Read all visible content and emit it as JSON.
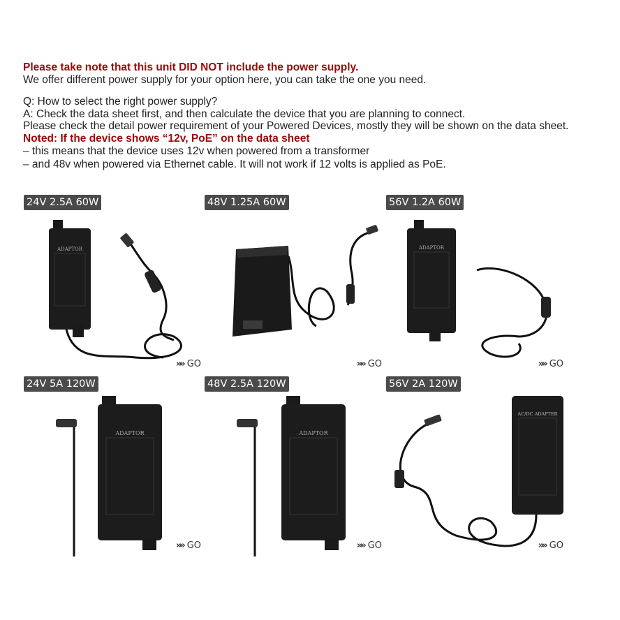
{
  "intro": {
    "line1": "Please take note that this unit DID NOT include the power supply.",
    "line2": "We offer different power supply for your option here, you can take the one you need.",
    "q": "Q: How to select the right power supply?",
    "a": "A: Check the data sheet first, and then calculate the device that you are planning to connect.",
    "line5": "Please check the detail power requirement of your Powered Devices, mostly they will be shown on the data sheet.",
    "noted": "Noted: If the device shows “12v, PoE” on the data sheet",
    "dash1": "– this means that the device uses 12v when powered from a transformer",
    "dash2": "– and 48v when powered via Ethernet cable. It will not work if 12 volts is applied as PoE."
  },
  "products": [
    {
      "label": "24V 2.5A 60W",
      "go": "GO",
      "adaptor_text": "ADAPTOR"
    },
    {
      "label": "48V 1.25A 60W",
      "go": "GO"
    },
    {
      "label": "56V 1.2A 60W",
      "go": "GO",
      "adaptor_text": "ADAPTOR"
    },
    {
      "label": "24V 5A 120W",
      "go": "GO",
      "adaptor_text": "ADAPTOR"
    },
    {
      "label": "48V 2.5A 120W",
      "go": "GO",
      "adaptor_text": "ADAPTOR"
    },
    {
      "label": "56V 2A 120W",
      "go": "GO",
      "adaptor_text": "AC/DC ADAPTER"
    }
  ],
  "colors": {
    "accent_red": "#9b0a0a",
    "label_bg": "#4a4a4a"
  }
}
